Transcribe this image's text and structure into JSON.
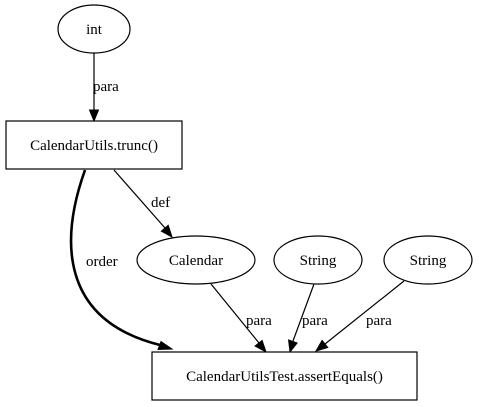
{
  "diagram": {
    "nodes": {
      "int": "int",
      "trunc": "CalendarUtils.trunc()",
      "calendar": "Calendar",
      "string1": "String",
      "string2": "String",
      "assert": "CalendarUtilsTest.assertEquals()"
    },
    "edges": {
      "int_trunc": "para",
      "trunc_calendar": "def",
      "trunc_assert": "order",
      "calendar_assert": "para",
      "string1_assert": "para",
      "string2_assert": "para"
    }
  }
}
